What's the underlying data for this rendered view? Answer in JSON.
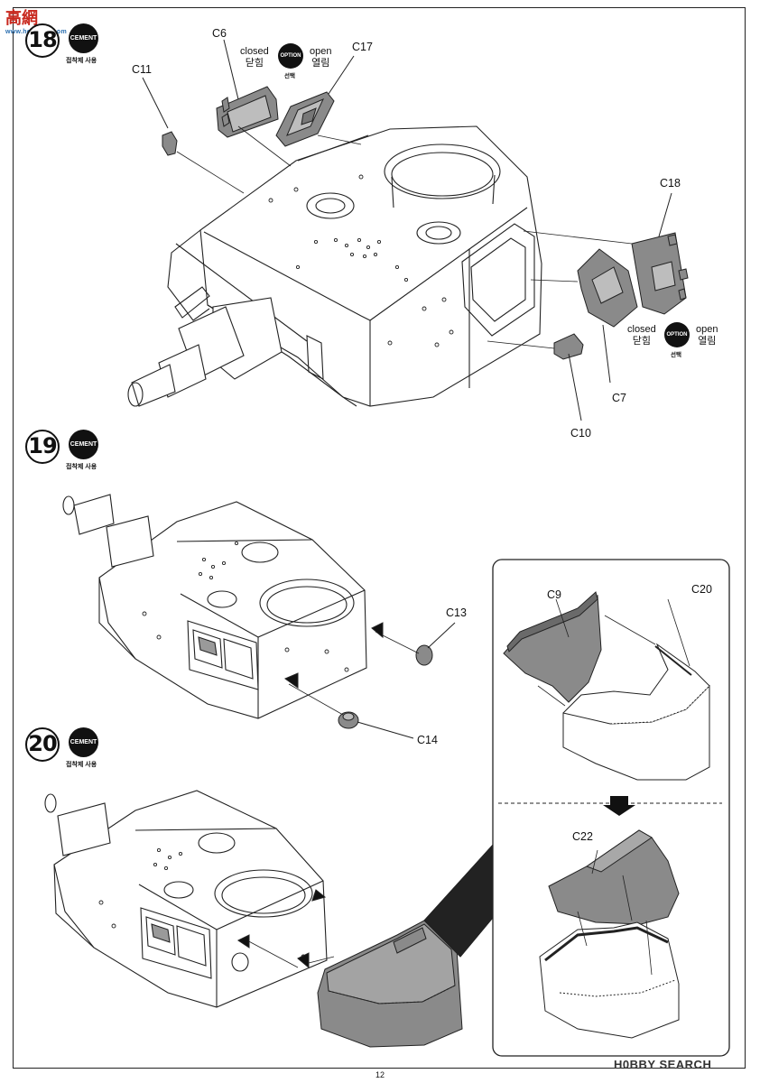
{
  "watermark_top": {
    "logo": "高網",
    "url": "www.hobbyen.com"
  },
  "watermark_bottom": "H0BBY SEARCH",
  "page_number": "12",
  "cement_label": "CEMENT",
  "cement_sub": "접착제 사용",
  "option_label": "OPTION",
  "option_sub": "선택",
  "steps": [
    {
      "number": "18",
      "parts": [
        "C6",
        "C17",
        "C11",
        "C18",
        "C7",
        "C10"
      ],
      "options": [
        {
          "closed_en": "closed",
          "closed_ko": "닫힘",
          "open_en": "open",
          "open_ko": "열림"
        },
        {
          "closed_en": "closed",
          "closed_ko": "닫힘",
          "open_en": "open",
          "open_ko": "열림"
        }
      ]
    },
    {
      "number": "19",
      "parts": [
        "C13",
        "C14"
      ]
    },
    {
      "number": "20",
      "parts": [
        "C9",
        "C20",
        "C22"
      ]
    }
  ]
}
